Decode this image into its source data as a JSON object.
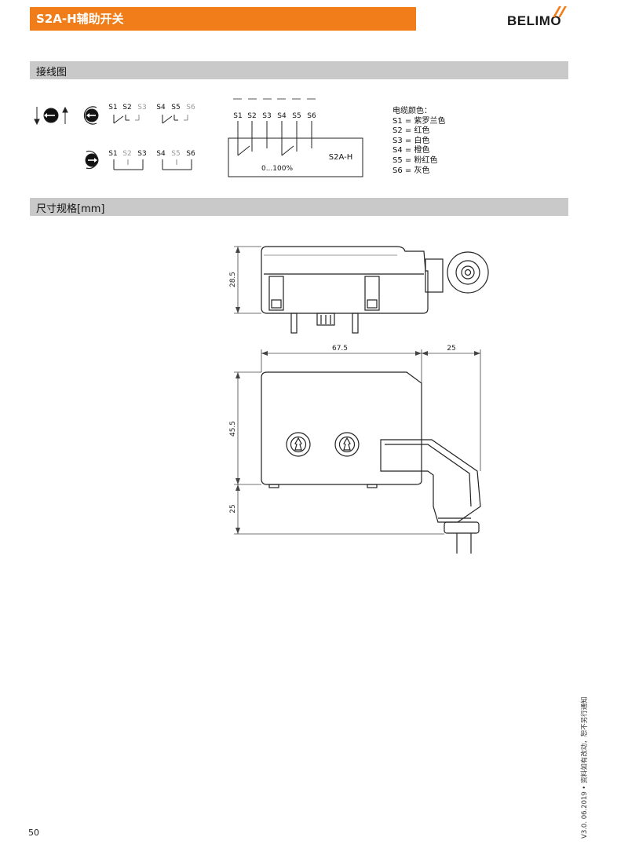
{
  "header": {
    "title": "S2A-H辅助开关",
    "brand": "BELIMO",
    "brand_color": "#f07d1a"
  },
  "sections": {
    "wiring": "接线图",
    "dimensions": "尺寸规格[mm]"
  },
  "wiring": {
    "row1_labels": [
      "S1",
      "S2",
      "S3",
      "S4",
      "S5",
      "S6"
    ],
    "row2_labels": [
      "S1",
      "S2",
      "S3",
      "S4",
      "S5",
      "S6"
    ],
    "box_labels": [
      "S1",
      "S2",
      "S3",
      "S4",
      "S5",
      "S6"
    ],
    "box_name": "S2A-H",
    "box_range": "0...100%"
  },
  "cable_colors": {
    "title": "电缆颜色：",
    "items": [
      "S1 = 紫罗兰色",
      "S2 = 红色",
      "S3 = 白色",
      "S4 = 橙色",
      "S5 = 粉红色",
      "S6 = 灰色"
    ]
  },
  "dimensions": {
    "height_top": "28.5",
    "width": "67.5",
    "cable_offset": "25",
    "height_front": "45.5",
    "cable_height": "25"
  },
  "footer": {
    "page_number": "50",
    "version": "V3.0. 06.2019 • 资料如有改动，恕不另行通知"
  }
}
